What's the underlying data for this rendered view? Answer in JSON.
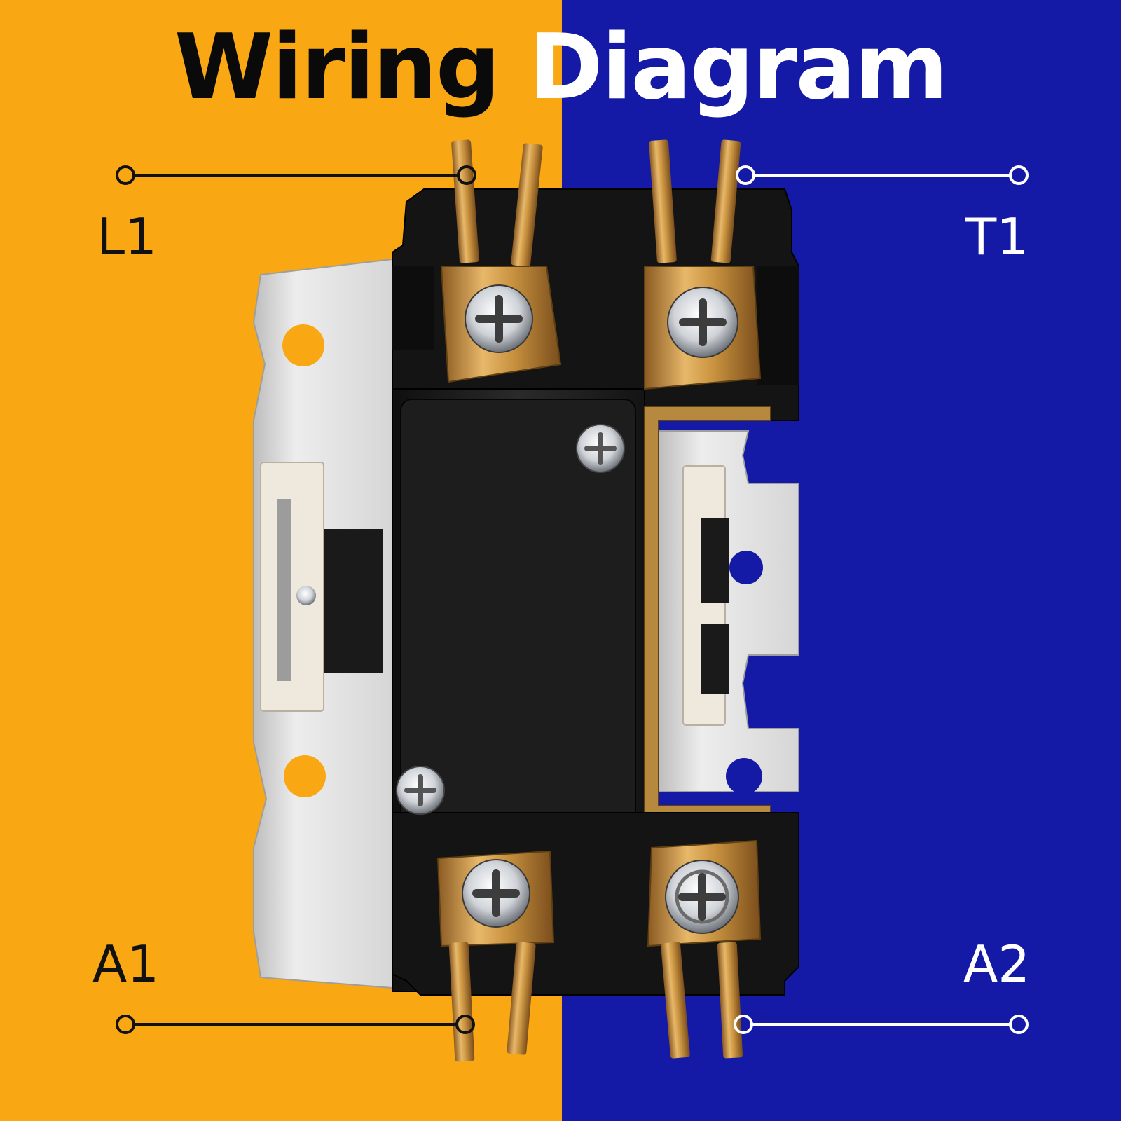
{
  "title": {
    "word1": "Wiring",
    "word2": "Diagram"
  },
  "terminals": {
    "L1": "L1",
    "T1": "T1",
    "A1": "A1",
    "A2": "A2"
  },
  "colors": {
    "left_background": "#F9A712",
    "right_background": "#1419A6",
    "contactor_body": "#1c1c1c",
    "mounting_plate": "#e6e6e6",
    "brass_terminal": "#C8923F"
  }
}
